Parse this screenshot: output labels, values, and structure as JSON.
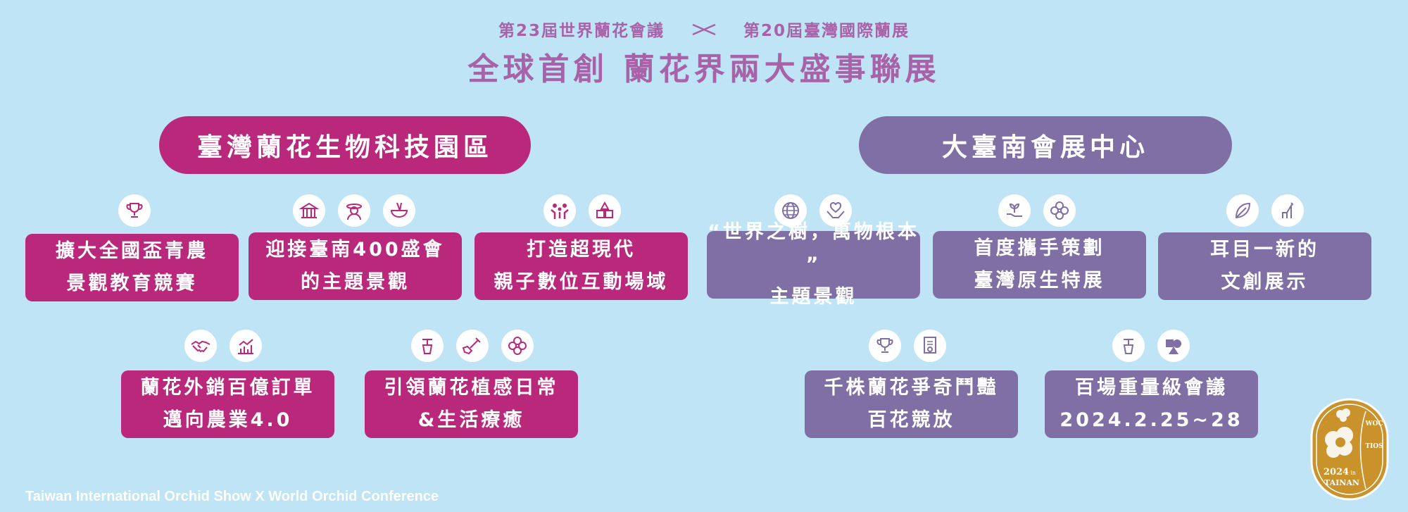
{
  "header": {
    "line1_left": "第23屆世界蘭花會議",
    "line1_right": "第20屆臺灣國際蘭展",
    "line2": "全球首創 蘭花界兩大盛事聯展"
  },
  "venues": {
    "left": "臺灣蘭花生物科技園區",
    "right": "大臺南會展中心"
  },
  "cards": {
    "c1": [
      "擴大全國盃青農",
      "景觀教育競賽"
    ],
    "c2": [
      "迎接臺南400盛會",
      "的主題景觀"
    ],
    "c3": [
      "打造超現代",
      "親子數位互動場域"
    ],
    "c4": [
      "“世界之樹，萬物根本 ”",
      "主題景觀"
    ],
    "c5": [
      "首度攜手策劃",
      "臺灣原生特展"
    ],
    "c6": [
      "耳目一新的",
      "文創展示"
    ],
    "c7": [
      "蘭花外銷百億訂單",
      "邁向農業4.0"
    ],
    "c8": [
      "引領蘭花植感日常",
      "&生活療癒"
    ],
    "c9": [
      "千株蘭花爭奇鬥豔",
      "百花競放"
    ],
    "c10": [
      "百場重量級會議",
      "2024.2.25~28"
    ]
  },
  "footer": "Taiwan International Orchid Show  X  World Orchid Conference",
  "badge": {
    "top_text": "WOC",
    "mid_text": "TIOS",
    "year": "2024",
    "in": "in",
    "city": "TAINAN"
  },
  "colors": {
    "background": "#bfe4f5",
    "magenta": "#b9287a",
    "purple": "#7f6fa4",
    "header": "#a862a8",
    "gold": "#c9922a"
  }
}
